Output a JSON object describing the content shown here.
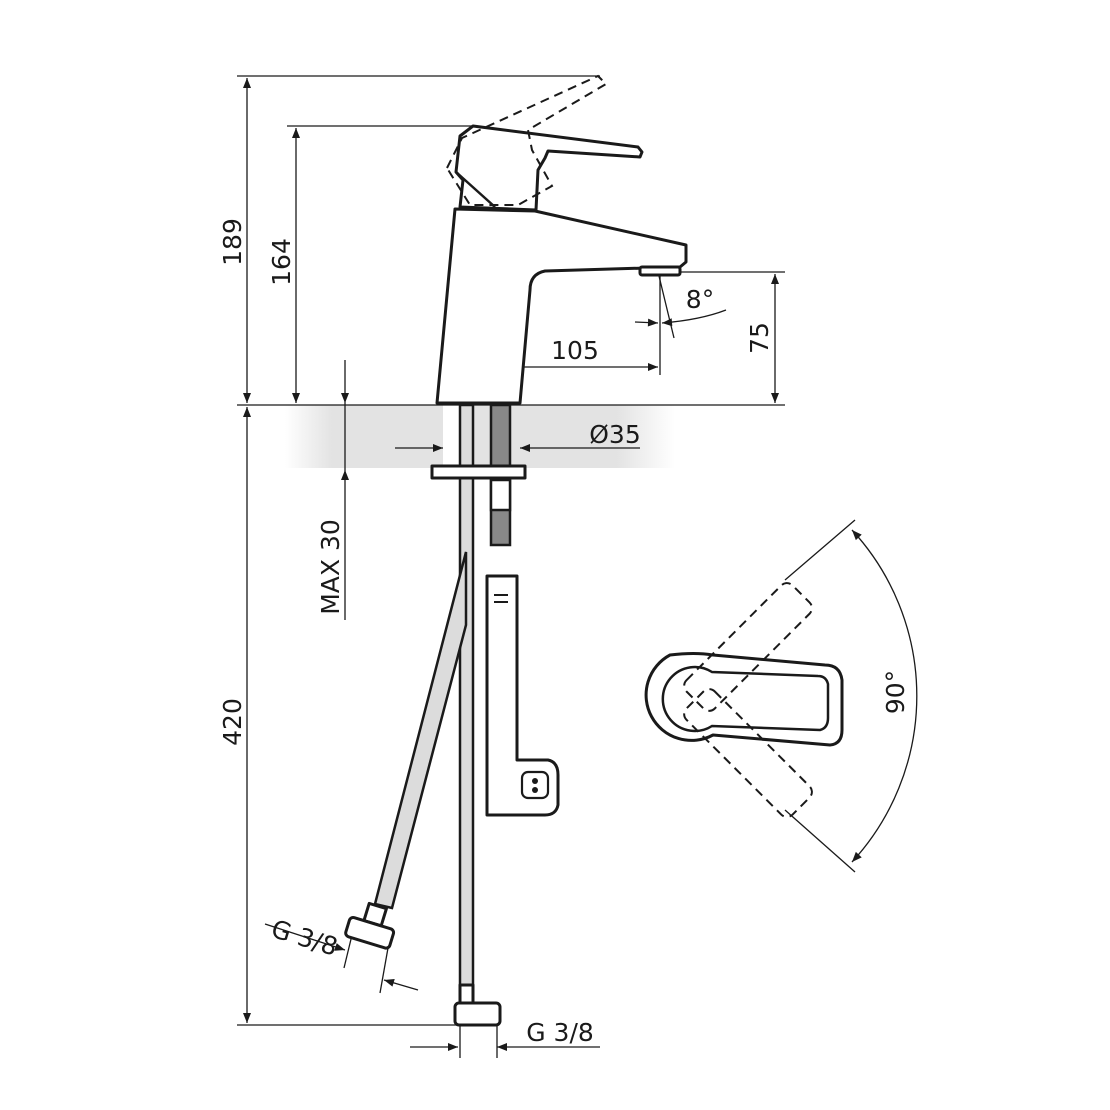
{
  "dimensions": {
    "height_lever_open": "189",
    "height_total": "164",
    "spout_reach": "105",
    "spout_angle": "8°",
    "spout_height": "75",
    "hole_diameter": "Ø35",
    "max_thickness": "MAX 30",
    "hose_length": "420",
    "connection_left": "G 3/8",
    "connection_bottom": "G 3/8",
    "lever_rotation": "90°"
  },
  "colors": {
    "line": "#1a1a1a",
    "countertop": "#dcdcdc"
  }
}
